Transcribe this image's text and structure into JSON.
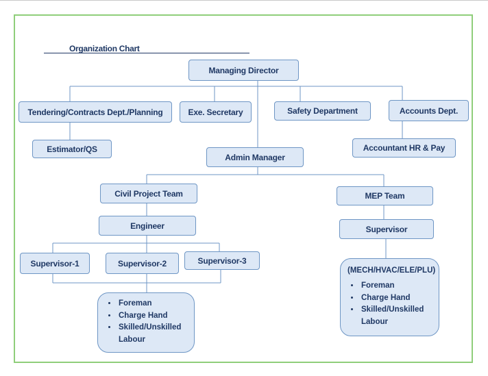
{
  "title": "Organization Chart",
  "nodes": {
    "managing_director": "Managing Director",
    "tendering": "Tendering/Contracts Dept./Planning",
    "exe_secretary": "Exe. Secretary",
    "safety": "Safety Department",
    "accounts": "Accounts Dept.",
    "estimator": "Estimator/QS",
    "admin_manager": "Admin Manager",
    "accountant": "Accountant HR & Pay",
    "civil_team": "Civil Project Team",
    "mep_team": "MEP Team",
    "engineer": "Engineer",
    "mep_supervisor": "Supervisor",
    "supervisor_1": "Supervisor-1",
    "supervisor_2": "Supervisor-2",
    "supervisor_3": "Supervisor-3"
  },
  "civil_labour": [
    "Foreman",
    "Charge Hand",
    "Skilled/Unskilled Labour"
  ],
  "mep_labour": {
    "heading": "(MECH/HVAC/ELE/PLU)",
    "items": [
      "Foreman",
      "Charge Hand",
      "Skilled/Unskilled Labour"
    ]
  },
  "colors": {
    "box_fill": "#dde8f6",
    "box_border": "#6d95c4",
    "text": "#1f3864",
    "frame": "#8fce7a"
  }
}
